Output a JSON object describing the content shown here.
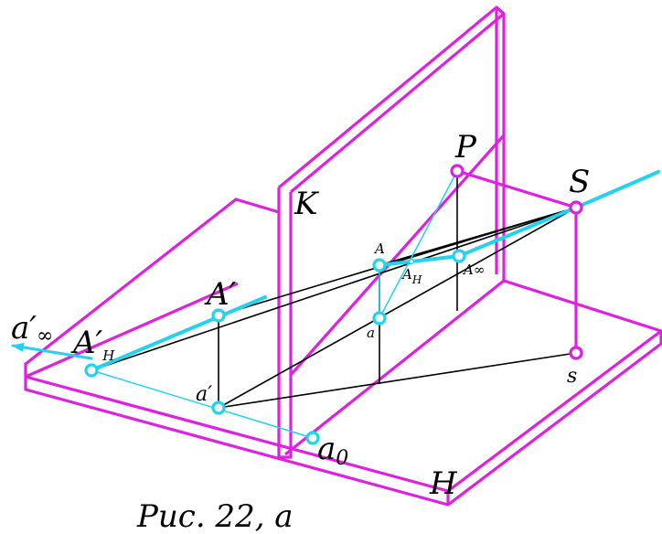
{
  "colors": {
    "plane": "#e020e0",
    "ray": "#22d3ee",
    "construction": "#000000",
    "point_fill": "#ffffff"
  },
  "labels": {
    "P": "P",
    "K": "K",
    "S": "S",
    "s": "s",
    "H": "H",
    "A": "A",
    "a": "a",
    "A_H": "A",
    "A_H_sub": "H",
    "A_inf": "A",
    "A_inf_sym": "∞",
    "A_prime": "A′",
    "a_prime": "a′",
    "A_H_prime": "A′",
    "A_H_prime_sub": "H",
    "a_inf_prime": "a′",
    "a_inf_prime_sym": "∞",
    "a0": "a",
    "a0_sub": "0"
  },
  "caption": "Рис. 22, а"
}
